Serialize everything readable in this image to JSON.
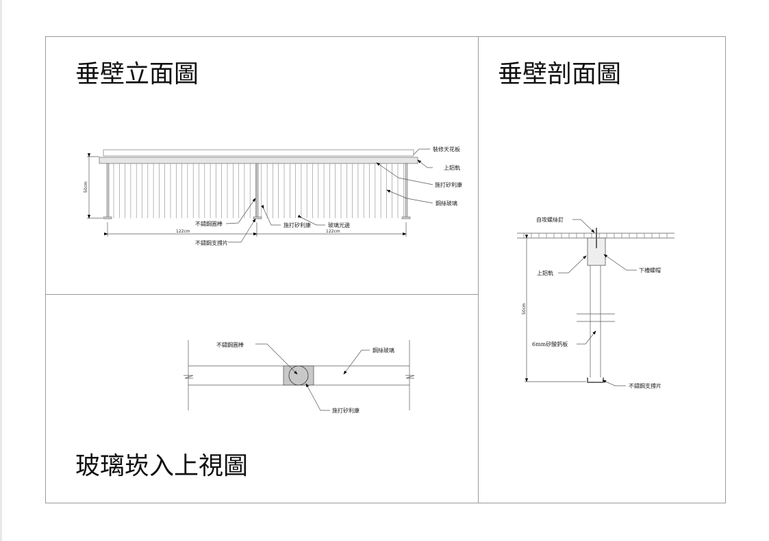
{
  "elevation": {
    "title": "垂壁立面圖",
    "labels": {
      "ceiling": "裝修天花板",
      "top_rail": "上鋁軌",
      "silicone": "施打矽利康",
      "wire_glass": "鋼絲玻璃",
      "steel_rod": "不鏽鋼圓棒",
      "silicone2": "施打矽利康",
      "glass_edge": "玻璃光邊",
      "support": "不鏽鋼支撐片"
    },
    "dims": {
      "height": "50cm",
      "left_span": "122cm",
      "right_span": "122cm"
    }
  },
  "top_view": {
    "title": "玻璃崁入上視圖",
    "labels": {
      "steel_rod": "不鏽鋼圓棒",
      "wire_glass": "鋼絲玻璃",
      "silicone": "施打矽利康"
    }
  },
  "section": {
    "title": "垂壁剖面圖",
    "labels": {
      "screw": "自攻螺絲釘",
      "top_rail": "上鋁軌",
      "nut": "下槽螺帽",
      "board": "6mm矽酸鈣板",
      "support": "不鏽鋼支撐片"
    },
    "dims": {
      "height": "50cm"
    }
  }
}
